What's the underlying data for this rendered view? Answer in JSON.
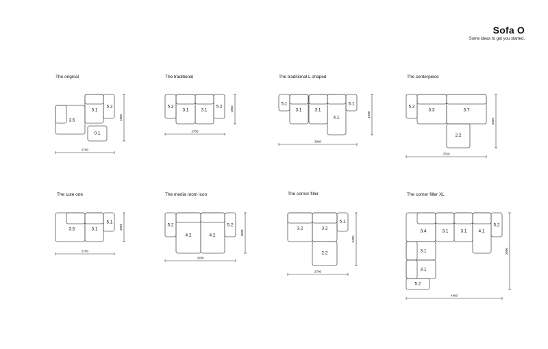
{
  "header": {
    "title": "Sofa O",
    "subtitle": "Some ideas to get you started."
  },
  "configurations": [
    {
      "name": "The original",
      "width_label": "2700",
      "depth_label": "1600",
      "modules": [
        "3.5",
        "3.1",
        "5.2",
        "0.1"
      ]
    },
    {
      "name": "The traditional",
      "width_label": "2700",
      "depth_label": "1050",
      "modules": [
        "5.2",
        "3.1",
        "3.1",
        "5.2"
      ]
    },
    {
      "name": "The traditional L shaped",
      "width_label": "3000",
      "depth_label": "1600",
      "modules": [
        "5.1",
        "3.1",
        "3.1",
        "4.1",
        "5.1"
      ]
    },
    {
      "name": "The centerpiece",
      "width_label": "3750",
      "depth_label": "3450",
      "modules": [
        "5.2",
        "3.3",
        "3.7",
        "2.2"
      ]
    },
    {
      "name": "The cute one",
      "width_label": "2700",
      "depth_label": "1050",
      "modules": [
        "3.5",
        "3.1",
        "5.1"
      ]
    },
    {
      "name": "The media room icon",
      "width_label": "3200",
      "depth_label": "1600",
      "modules": [
        "5.2",
        "4.2",
        "4.2",
        "5.2"
      ]
    },
    {
      "name": "The corner filler",
      "width_label": "2700",
      "depth_label": "2450",
      "modules": [
        "3.2",
        "3.2",
        "5.1",
        "2.2"
      ]
    },
    {
      "name": "The corner filler XL",
      "width_label": "4400",
      "depth_label": "3000",
      "modules": [
        "3.4",
        "3.1",
        "3.1",
        "4.1",
        "5.2",
        "3.1",
        "3.1",
        "5.2"
      ]
    }
  ]
}
